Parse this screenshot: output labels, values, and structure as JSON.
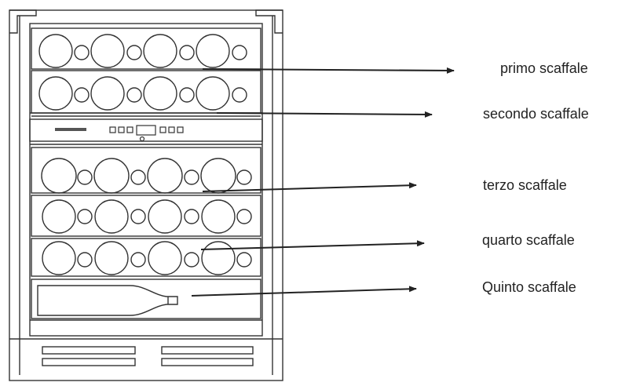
{
  "labels": [
    "primo scaffale",
    "secondo scaffale",
    "terzo scaffale",
    "quarto scaffale",
    "Quinto scaffale"
  ],
  "colors": {
    "line": "#222222",
    "background": "#ffffff"
  }
}
